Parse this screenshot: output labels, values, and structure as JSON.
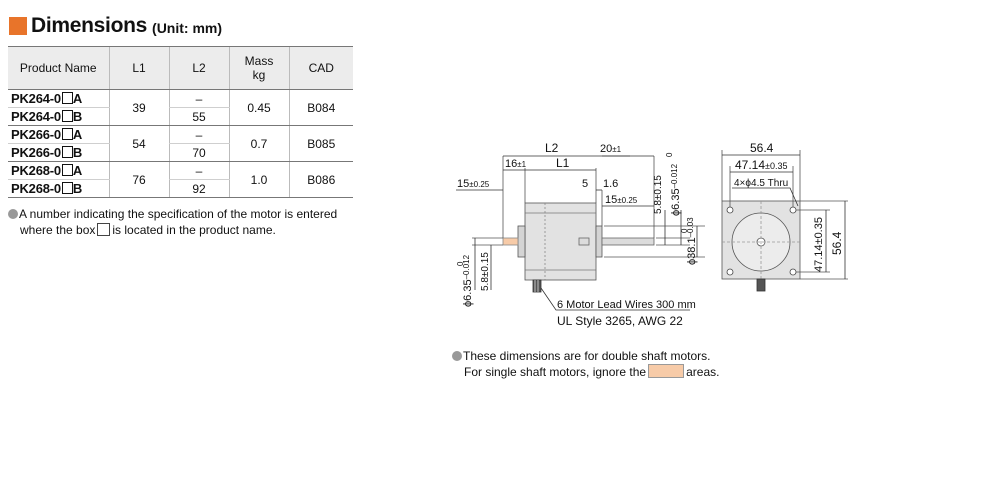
{
  "header": {
    "title": "Dimensions",
    "unit": "(Unit: mm)"
  },
  "table": {
    "columns": [
      "Product Name",
      "L1",
      "L2",
      "Mass",
      "kg",
      "CAD"
    ],
    "groups": [
      {
        "name_a": "PK264-0",
        "name_b": "PK264-0",
        "l1": "39",
        "l2_a": "–",
        "l2_b": "55",
        "mass": "0.45",
        "cad": "B084"
      },
      {
        "name_a": "PK266-0",
        "name_b": "PK266-0",
        "l1": "54",
        "l2_a": "–",
        "l2_b": "70",
        "mass": "0.7",
        "cad": "B085"
      },
      {
        "name_a": "PK268-0",
        "name_b": "PK268-0",
        "l1": "76",
        "l2_a": "–",
        "l2_b": "92",
        "mass": "1.0",
        "cad": "B086"
      }
    ],
    "suffix_a": "A",
    "suffix_b": "B"
  },
  "notes": {
    "spec_line1": "A number indicating the specification of the motor is entered",
    "spec_line2a": "where the box",
    "spec_line2b": "is located in the product name.",
    "double_line1": "These dimensions are for double shaft motors.",
    "double_line2a": "For single shaft motors, ignore the",
    "double_line2b": "areas."
  },
  "drawing": {
    "side": {
      "l2": "L2",
      "l1": "L1",
      "d16": "16",
      "d16_tol": "±1",
      "d20": "20",
      "d20_tol": "±1",
      "d15_left": "15",
      "d15_left_tol": "±0.25",
      "d15_right": "15",
      "d15_right_tol": "±0.25",
      "d5": "5",
      "d16b": "1.6",
      "d58_tol": "5.8±0.15",
      "d635_main": "ϕ6.35",
      "d635_tol": "–0.012",
      "d635_zero": "0",
      "d381_main": "ϕ38.1",
      "d381_tol": "–0.03",
      "d381_zero": "0",
      "lead_line1": "6 Motor Lead Wires 300 mm",
      "lead_line2": "UL Style 3265, AWG 22"
    },
    "front": {
      "d564_top": "56.4",
      "d4714_top": "47.14",
      "d4714_top_tol": "±0.35",
      "thru": "4×ϕ4.5 Thru",
      "d4714_side": "47.14±0.35",
      "d564_side": "56.4"
    }
  },
  "colors": {
    "accent": "#e8742a",
    "shaft_highlight": "#f7cba8",
    "motor_body": "#e2e2e2"
  }
}
